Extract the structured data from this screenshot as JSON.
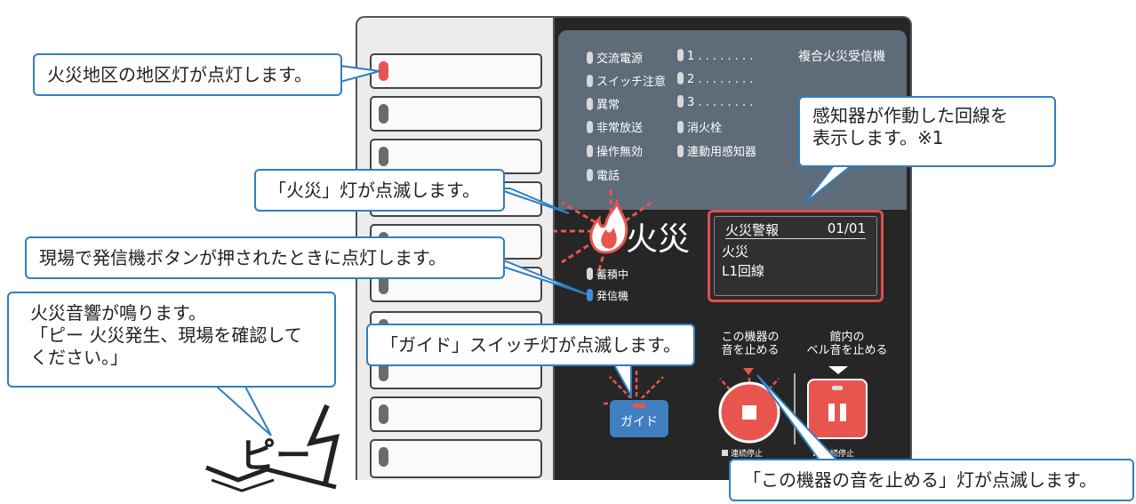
{
  "panel": {
    "title": "複合火災受信機",
    "indicators_left": [
      "交流電源",
      "スイッチ注意",
      "異常",
      "非常放送",
      "操作無効",
      "電話"
    ],
    "indicators_right": [
      "1 . . . . . . . .",
      "2 . . . . . . . .",
      "3 . . . . . . . .",
      "消火栓",
      "連動用感知器"
    ],
    "fire_label": "火災",
    "chikuseki": "蓄積中",
    "hasshinki": "発信機",
    "lcd": {
      "title": "火災警報",
      "page": "01/01",
      "line1": "火災",
      "line2": "L1回線"
    },
    "guide_button": "ガイド",
    "stop_machine_label": "この機器の\n音を止める",
    "stop_bell_label": "館内の\nベル音を止める",
    "continuous_stop": "連続停止",
    "zone_lamps": [
      true,
      false,
      false,
      false,
      false,
      false,
      false,
      false,
      false,
      false
    ],
    "colors": {
      "callout_border": "#2f7fc1",
      "alarm_red": "#e8554e",
      "panel_gray": "#5e6b78",
      "guide_blue": "#3f7fc0"
    }
  },
  "callouts": {
    "zone_lamp": "火災地区の地区灯が点灯します。",
    "sensor_line": "感知器が作動した回線を\n表示します。※1",
    "fire_lamp": "「火災」灯が点滅します。",
    "hasshinki": "現場で発信機ボタンが押されたときに点灯します。",
    "sound": "火災音響が鳴ります。\n「ピー 火災発生、現場を確認して\nください。」",
    "guide": "「ガイド」スイッチ灯が点滅します。",
    "stop_sound": "「この機器の音を止める」灯が点滅します。"
  },
  "beep_text": "ピー"
}
